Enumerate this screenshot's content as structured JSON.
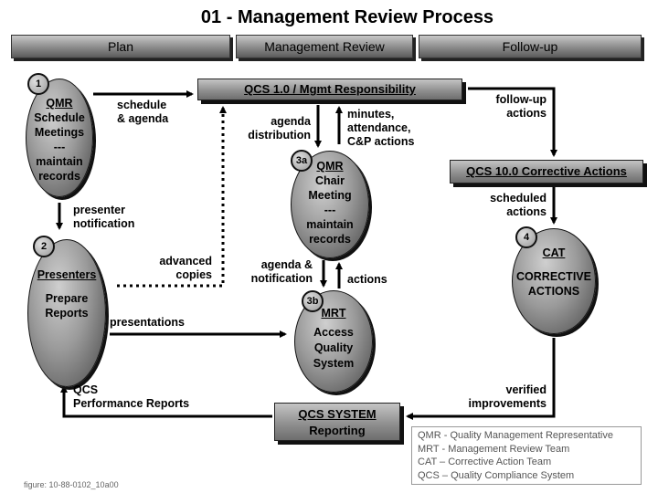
{
  "title": "01 - Management  Review  Process",
  "phases": [
    "Plan",
    "Management Review",
    "Follow-up"
  ],
  "boxes": {
    "qcs1": "QCS 1.0  / Mgmt Responsibility",
    "qcs10": "QCS 10.0 Corrective Actions",
    "qcs_system_title": "QCS SYSTEM",
    "qcs_system_sub": "Reporting"
  },
  "nodes": {
    "qmr1": {
      "badge": "1",
      "title": "QMR",
      "lines": [
        "Schedule",
        "Meetings",
        "---",
        "maintain",
        "records"
      ]
    },
    "presenters": {
      "badge": "2",
      "title": "Presenters",
      "lines": [
        "Prepare",
        "Reports"
      ]
    },
    "qmr3a": {
      "badge": "3a",
      "title": "QMR",
      "lines": [
        "Chair",
        "Meeting",
        "---",
        "maintain",
        "records"
      ]
    },
    "mrt": {
      "badge": "3b",
      "title": "MRT",
      "lines": [
        "Access",
        "Quality",
        "System"
      ]
    },
    "cat": {
      "badge": "4",
      "title": "CAT",
      "lines": [
        "CORRECTIVE",
        "ACTIONS"
      ]
    }
  },
  "labels": {
    "schedule_agenda": [
      "schedule",
      "& agenda"
    ],
    "agenda_distribution": [
      "agenda",
      "distribution"
    ],
    "minutes": [
      "minutes,",
      "attendance,",
      "C&P actions"
    ],
    "follow_up_actions": [
      "follow-up",
      "actions"
    ],
    "presenter_notification": [
      "presenter",
      "notification"
    ],
    "advanced_copies": [
      "advanced",
      "copies"
    ],
    "agenda_notification": [
      "agenda &",
      "notification"
    ],
    "actions": [
      "actions"
    ],
    "scheduled_actions": [
      "scheduled",
      "actions"
    ],
    "presentations": [
      "presentations"
    ],
    "qcs_performance": [
      "QCS",
      "Performance Reports"
    ],
    "verified_improvements": [
      "verified",
      "improvements"
    ]
  },
  "legend": [
    "QMR - Quality Management Representative",
    "MRT  - Management Review Team",
    "CAT – Corrective Action Team",
    "QCS – Quality Compliance System"
  ],
  "figure_label": "figure: 10-88-0102_10a00"
}
